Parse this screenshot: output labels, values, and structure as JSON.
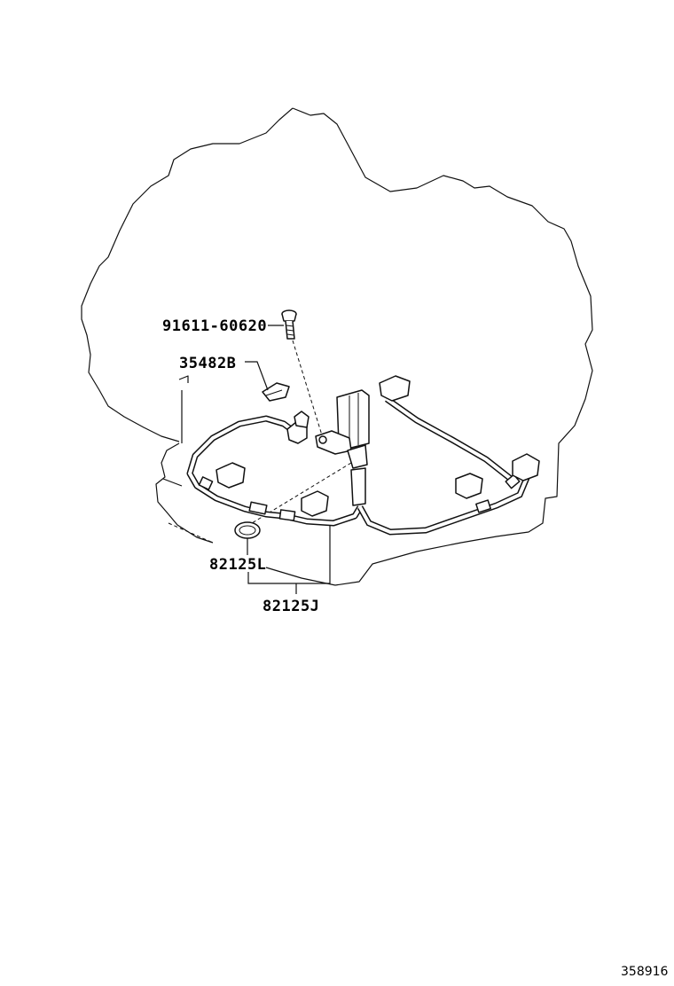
{
  "diagram": {
    "parts": [
      {
        "part_no": "91611-60620"
      },
      {
        "part_no": "35482B"
      },
      {
        "part_no": "82125L"
      },
      {
        "part_no": "82125J"
      }
    ],
    "reference_no": "358916"
  }
}
